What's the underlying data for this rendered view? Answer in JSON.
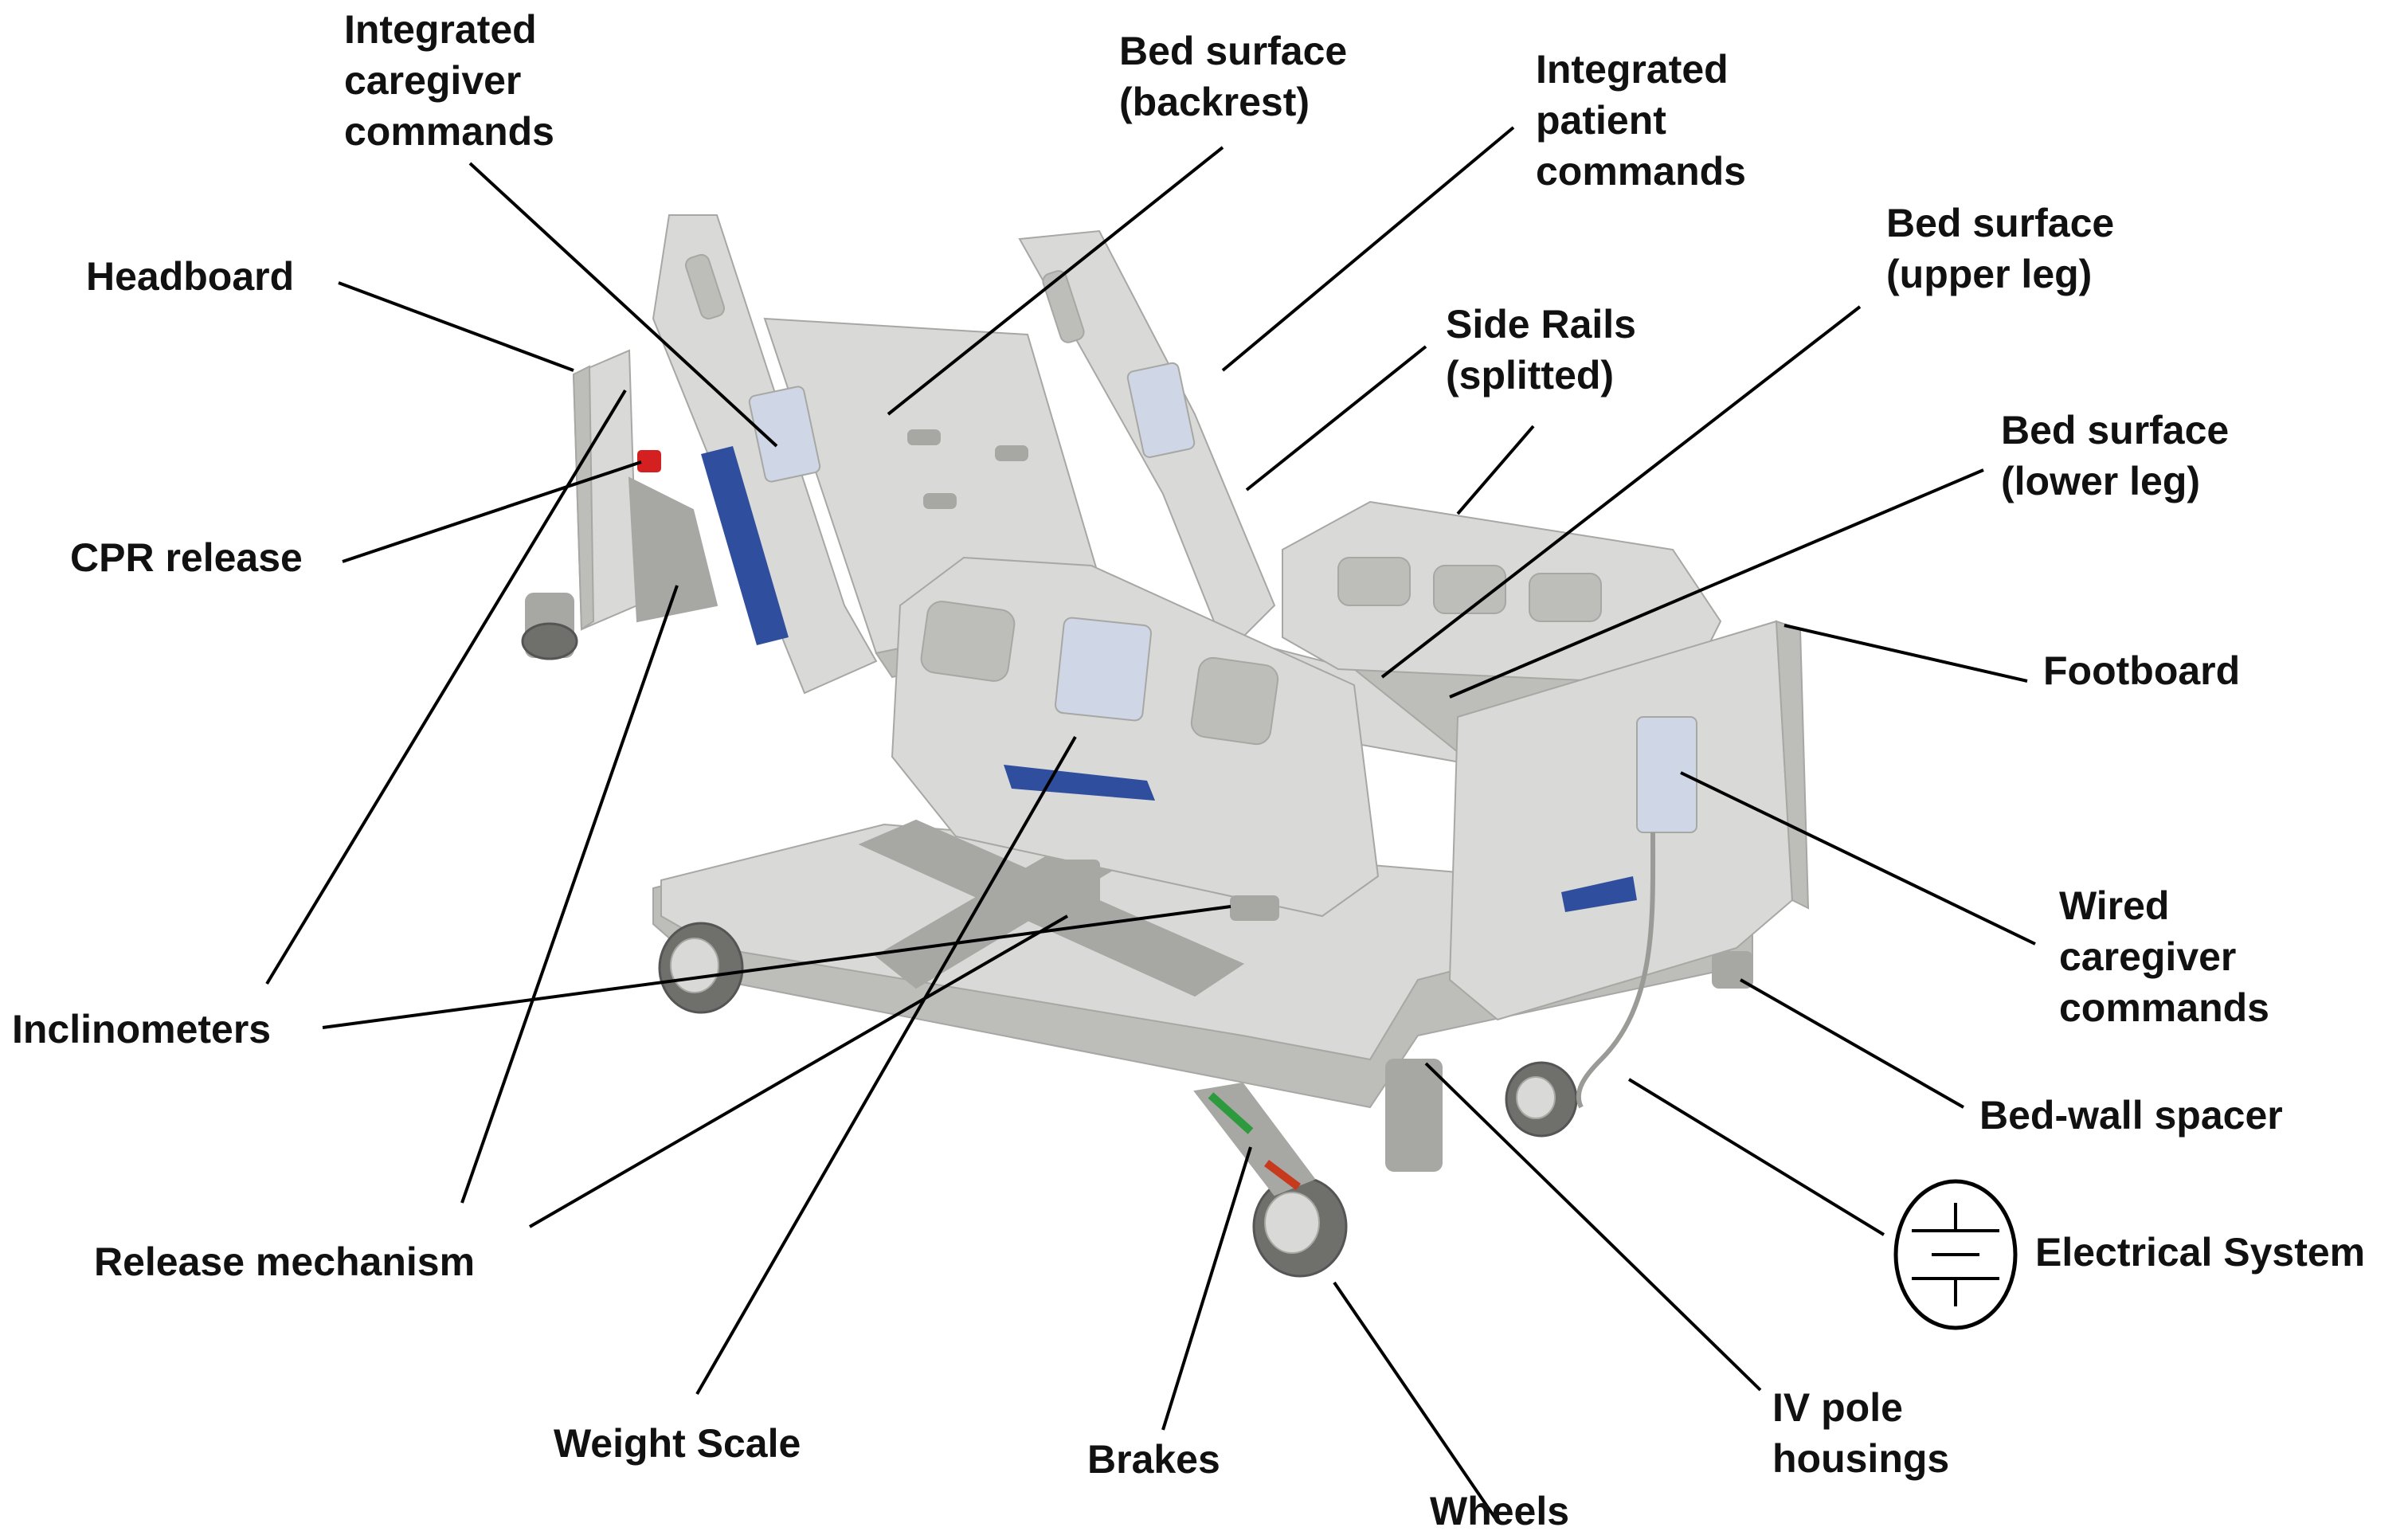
{
  "colors": {
    "frame": "#d9d9d7",
    "frame_shade": "#bdbdba",
    "frame_dark": "#a7a7a4",
    "accent_blue": "#2f4f9e",
    "panel": "#cfd6e6",
    "cpr_red": "#d42020",
    "brake_green": "#2e9a3e",
    "brake_red": "#c83a1e",
    "leader_line": "#000000",
    "text": "#111111"
  },
  "labels": {
    "integrated_caregiver_commands": [
      "Integrated",
      "caregiver",
      "commands"
    ],
    "headboard": [
      "Headboard"
    ],
    "cpr_release": [
      "CPR release"
    ],
    "inclinometers": [
      "Inclinometers"
    ],
    "release_mechanism": [
      "Release mechanism"
    ],
    "weight_scale": [
      "Weight Scale"
    ],
    "bed_surface_backrest": [
      "Bed surface",
      "(backrest)"
    ],
    "integrated_patient_commands": [
      "Integrated",
      "patient",
      "commands"
    ],
    "side_rails": [
      "Side Rails",
      "(splitted)"
    ],
    "bed_surface_upper_leg": [
      "Bed surface",
      "(upper leg)"
    ],
    "bed_surface_lower_leg": [
      "Bed surface",
      "(lower leg)"
    ],
    "footboard": [
      "Footboard"
    ],
    "wired_caregiver_commands": [
      "Wired",
      "caregiver",
      "commands"
    ],
    "bed_wall_spacer": [
      "Bed-wall spacer"
    ],
    "electrical_system": [
      "Electrical System"
    ],
    "iv_pole_housings": [
      "IV pole",
      "housings"
    ],
    "brakes": [
      "Brakes"
    ],
    "wheels": [
      "Wheels"
    ]
  },
  "icons": {
    "electrical_system": "battery-symbol-icon"
  }
}
